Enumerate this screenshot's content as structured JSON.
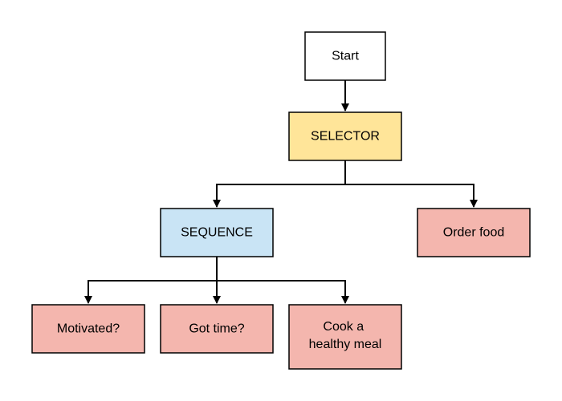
{
  "diagram": {
    "type": "behavior-tree",
    "nodes": {
      "start": {
        "label": "Start",
        "fill": "#ffffff"
      },
      "selector": {
        "label": "SELECTOR",
        "fill": "#ffe599"
      },
      "sequence": {
        "label": "SEQUENCE",
        "fill": "#c9e4f5"
      },
      "order_food": {
        "label": "Order food",
        "fill": "#f4b6ae"
      },
      "motivated": {
        "label": "Motivated?",
        "fill": "#f4b6ae"
      },
      "got_time": {
        "label": "Got time?",
        "fill": "#f4b6ae"
      },
      "cook_meal": {
        "label": [
          "Cook a",
          "healthy meal"
        ],
        "fill": "#f4b6ae"
      }
    },
    "edges": [
      {
        "from": "start",
        "to": "selector"
      },
      {
        "from": "selector",
        "to": "sequence"
      },
      {
        "from": "selector",
        "to": "order_food"
      },
      {
        "from": "sequence",
        "to": "motivated"
      },
      {
        "from": "sequence",
        "to": "got_time"
      },
      {
        "from": "sequence",
        "to": "cook_meal"
      }
    ],
    "colors": {
      "stroke": "#000000",
      "connector": "#000000"
    }
  }
}
